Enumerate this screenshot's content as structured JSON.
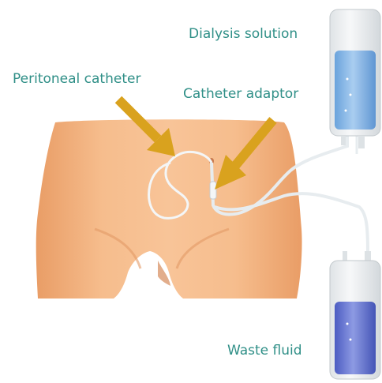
{
  "labels": {
    "dialysis_solution": "Dialysis solution",
    "peritoneal_catheter": "Peritoneal catheter",
    "catheter_adaptor": "Catheter adaptor",
    "waste_fluid": "Waste fluid"
  },
  "colors": {
    "label_text": "#2f8f87",
    "skin": "#f1ae7c",
    "arrow": "#d9a21e",
    "tube": "#e9eef0",
    "dialysis_liquid": "#7fb4e4",
    "waste_liquid": "#5f6fcf"
  }
}
